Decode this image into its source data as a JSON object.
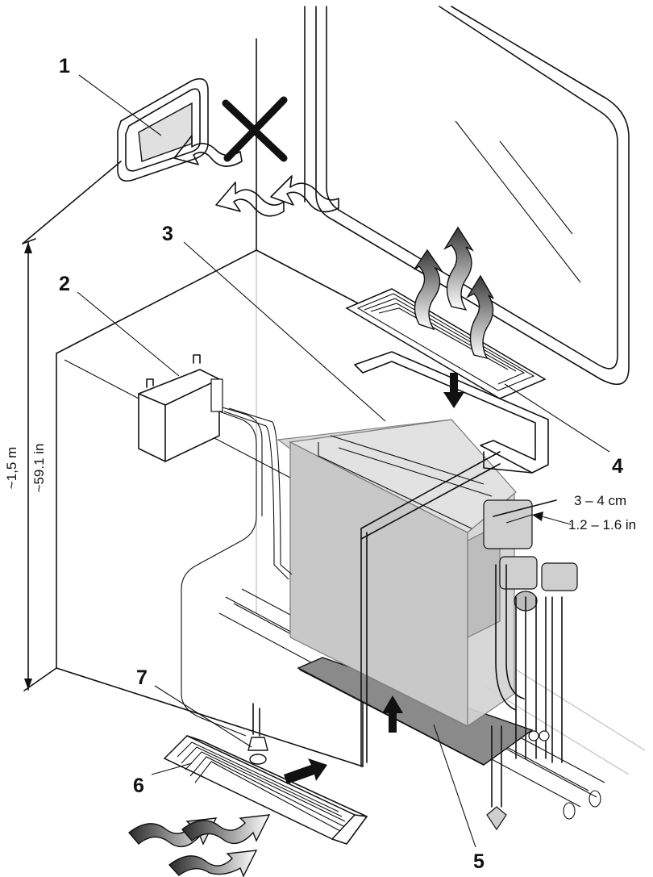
{
  "callouts": {
    "c1": "1",
    "c2": "2",
    "c3": "3",
    "c4": "4",
    "c5": "5",
    "c6": "6",
    "c7": "7"
  },
  "height_dimension": {
    "metric": "~1,5 m",
    "imperial": "~59.1 in"
  },
  "clearance_dimension": {
    "metric": "3 – 4 cm",
    "imperial": "1.2 – 1.6 in"
  },
  "icons": [
    "prohibited-cross-icon",
    "airflow-arrow-icon",
    "down-arrow-icon",
    "up-arrow-icon"
  ],
  "colors": {
    "line": "#111111",
    "unit_body": "#cfcfcf",
    "duct": "#6e6e6e",
    "ground_tray": "#8a8a8a"
  }
}
